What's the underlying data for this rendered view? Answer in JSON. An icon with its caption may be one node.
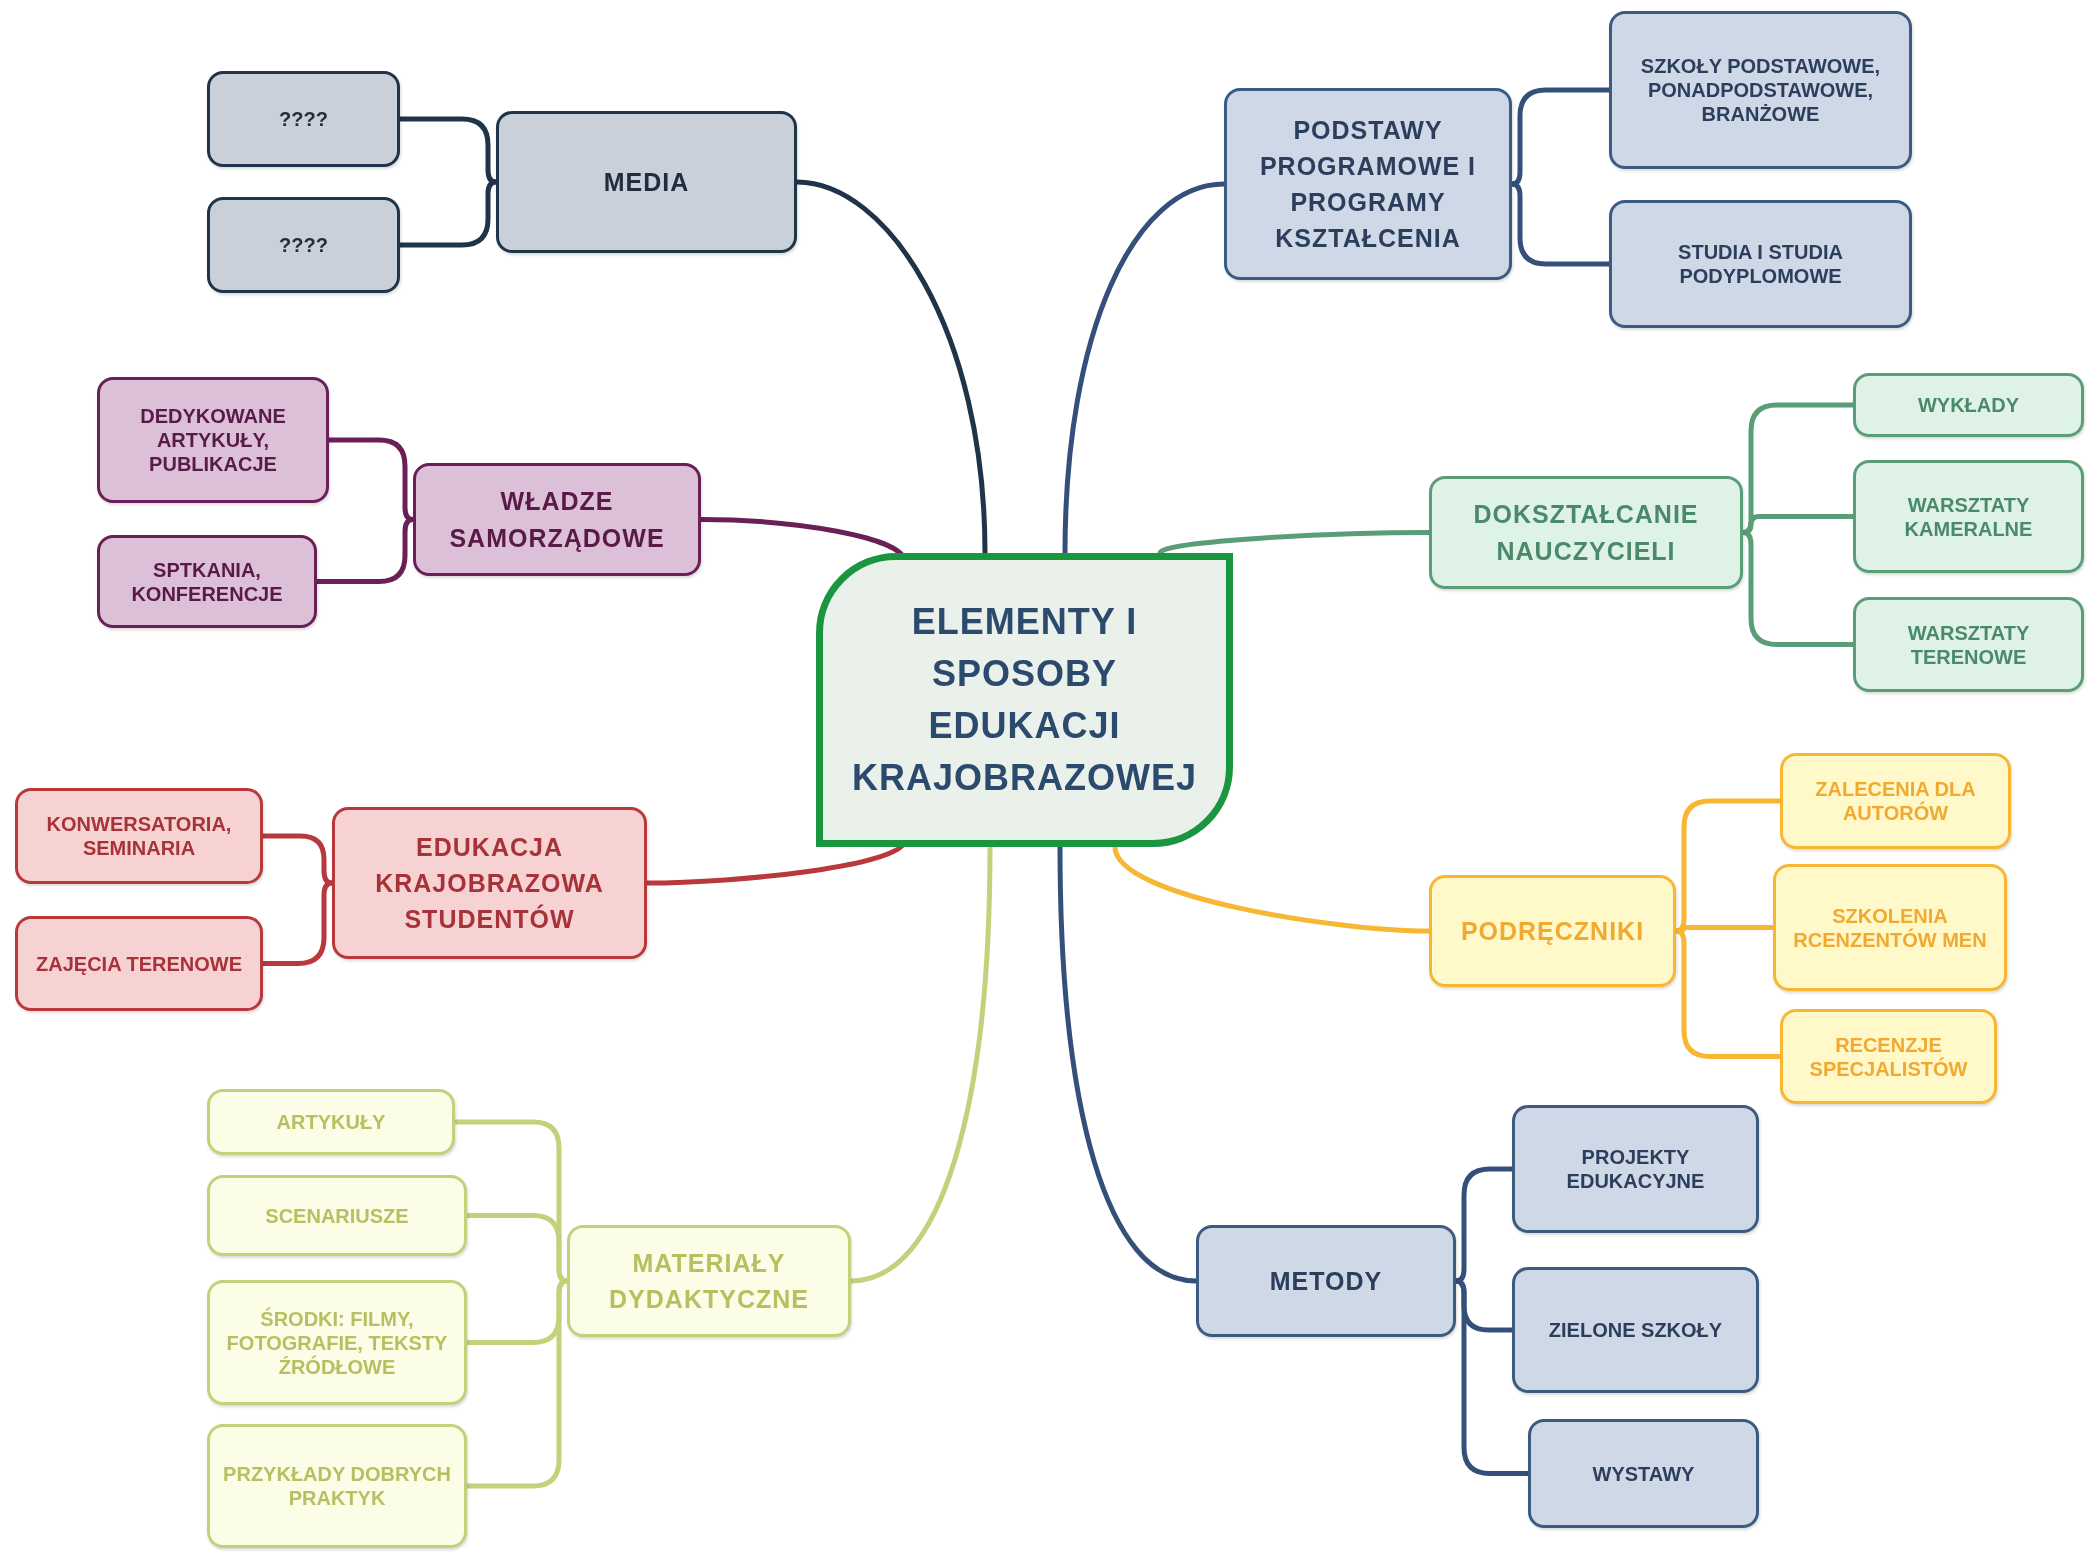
{
  "diagram": {
    "nodes": [
      {
        "text": [
          "ELEMENTY I SPOSOBY EDUKACJI KRAJOBRAZOWEJ"
        ]
      },
      {
        "text": [
          "MEDIA"
        ]
      },
      {
        "text": [
          "????"
        ]
      },
      {
        "text": [
          "????"
        ]
      },
      {
        "text": [
          "PODSTAWY PROGRAMOWE I PROGRAMY KSZTAŁCENIA"
        ]
      },
      {
        "text": [
          "SZKOŁY PODSTAWOWE, PONADPODSTAWOWE, BRANŻOWE"
        ]
      },
      {
        "text": [
          "STUDIA I STUDIA PODYPLOMOWE"
        ]
      },
      {
        "text": [
          "WŁADZE SAMORZĄDOWE"
        ]
      },
      {
        "text": [
          "DEDYKOWANE ARTYKUŁY, PUBLIKACJE"
        ]
      },
      {
        "text": [
          "SPTKANIA, KONFERENCJE"
        ]
      },
      {
        "text": [
          "DOKSZTAŁCANIE NAUCZYCIELI"
        ]
      },
      {
        "text": [
          "WYKŁADY"
        ]
      },
      {
        "text": [
          "WARSZTATY KAMERALNE"
        ]
      },
      {
        "text": [
          "WARSZTATY TERENOWE"
        ]
      },
      {
        "text": [
          "EDUKACJA KRAJOBRAZOWA STUDENTÓW"
        ]
      },
      {
        "text": [
          "KONWERSATORIA, SEMINARIA"
        ]
      },
      {
        "text": [
          "ZAJĘCIA TERENOWE"
        ]
      },
      {
        "text": [
          "PODRĘCZNIKI"
        ]
      },
      {
        "text": [
          "ZALECENIA DLA AUTORÓW"
        ]
      },
      {
        "text": [
          "SZKOLENIA RCENZENTÓW MEN"
        ]
      },
      {
        "text": [
          "RECENZJE SPECJALISTÓW"
        ]
      },
      {
        "text": [
          "MATERIAŁY DYDAKTYCZNE"
        ]
      },
      {
        "text": [
          "ARTYKUŁY"
        ]
      },
      {
        "text": [
          "SCENARIUSZE"
        ]
      },
      {
        "text": [
          "ŚRODKI: FILMY, FOTOGRAFIE, TEKSTY ŹRÓDŁOWE"
        ]
      },
      {
        "text": [
          "PRZYKŁADY DOBRYCH PRAKTYK"
        ]
      },
      {
        "text": [
          "METODY"
        ]
      },
      {
        "text": [
          "PROJEKTY EDUKACYJNE"
        ]
      },
      {
        "text": [
          "ZIELONE SZKOŁY"
        ]
      },
      {
        "text": [
          "WYSTAWY"
        ]
      }
    ],
    "edges": [
      {
        "from": 0,
        "to": 1,
        "arrow": "none",
        "color": "#1f3349"
      },
      {
        "from": 1,
        "to": 2,
        "arrow": "none",
        "color": "#1f3349"
      },
      {
        "from": 1,
        "to": 3,
        "arrow": "none",
        "color": "#1f3349"
      },
      {
        "from": 0,
        "to": 4,
        "arrow": "none",
        "color": "#34507a"
      },
      {
        "from": 4,
        "to": 5,
        "arrow": "none",
        "color": "#34507a"
      },
      {
        "from": 4,
        "to": 6,
        "arrow": "none",
        "color": "#34507a"
      },
      {
        "from": 0,
        "to": 7,
        "arrow": "none",
        "color": "#6b1f57"
      },
      {
        "from": 7,
        "to": 8,
        "arrow": "none",
        "color": "#6b1f57"
      },
      {
        "from": 7,
        "to": 9,
        "arrow": "none",
        "color": "#6b1f57"
      },
      {
        "from": 0,
        "to": 10,
        "arrow": "none",
        "color": "#5a9e78"
      },
      {
        "from": 10,
        "to": 11,
        "arrow": "none",
        "color": "#5a9e78"
      },
      {
        "from": 10,
        "to": 12,
        "arrow": "none",
        "color": "#5a9e78"
      },
      {
        "from": 10,
        "to": 13,
        "arrow": "none",
        "color": "#5a9e78"
      },
      {
        "from": 0,
        "to": 14,
        "arrow": "none",
        "color": "#b8383c"
      },
      {
        "from": 14,
        "to": 15,
        "arrow": "none",
        "color": "#b8383c"
      },
      {
        "from": 14,
        "to": 16,
        "arrow": "none",
        "color": "#b8383c"
      },
      {
        "from": 0,
        "to": 17,
        "arrow": "none",
        "color": "#f7b733"
      },
      {
        "from": 17,
        "to": 18,
        "arrow": "none",
        "color": "#f7b733"
      },
      {
        "from": 17,
        "to": 19,
        "arrow": "none",
        "color": "#f7b733"
      },
      {
        "from": 17,
        "to": 20,
        "arrow": "none",
        "color": "#f7b733"
      },
      {
        "from": 0,
        "to": 21,
        "arrow": "none",
        "color": "#c5d17a"
      },
      {
        "from": 21,
        "to": 22,
        "arrow": "none",
        "color": "#c5d17a"
      },
      {
        "from": 21,
        "to": 23,
        "arrow": "none",
        "color": "#c5d17a"
      },
      {
        "from": 21,
        "to": 24,
        "arrow": "none",
        "color": "#c5d17a"
      },
      {
        "from": 21,
        "to": 25,
        "arrow": "none",
        "color": "#c5d17a"
      },
      {
        "from": 0,
        "to": 26,
        "arrow": "none",
        "color": "#34507a"
      },
      {
        "from": 26,
        "to": 27,
        "arrow": "none",
        "color": "#34507a"
      },
      {
        "from": 26,
        "to": 28,
        "arrow": "none",
        "color": "#34507a"
      },
      {
        "from": 26,
        "to": 29,
        "arrow": "none",
        "color": "#34507a"
      }
    ]
  }
}
